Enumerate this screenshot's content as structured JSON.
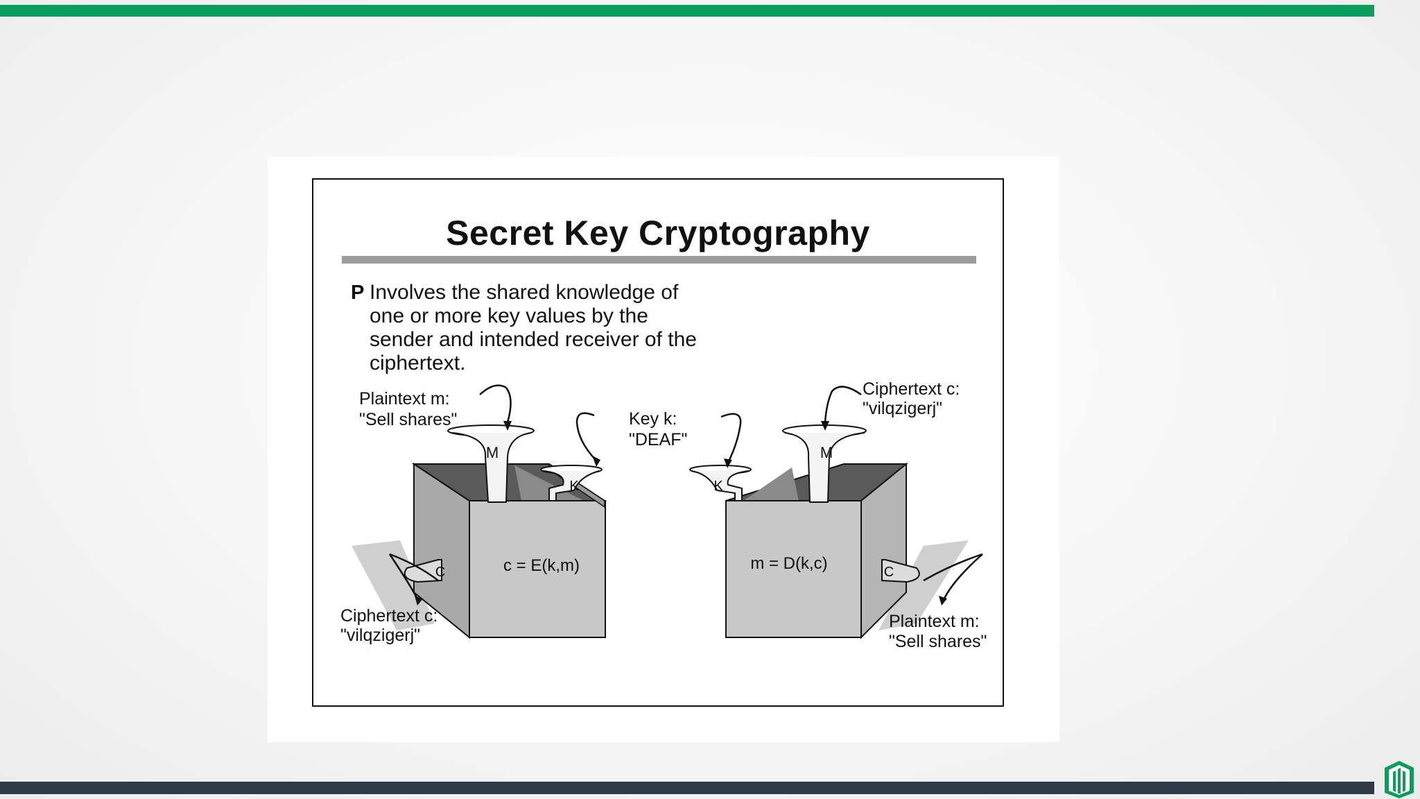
{
  "slide": {
    "title": "Secret Key Cryptography",
    "bullet_marker": "P",
    "bullet_text": "Involves the shared knowledge of one or more key values by the sender and intended receiver of the ciphertext."
  },
  "diagram": {
    "encrypt_formula": "c = E(k,m)",
    "decrypt_formula": "m = D(k,c)",
    "plaintext_label_left": "Plaintext m:",
    "plaintext_value_left": "\"Sell shares\"",
    "key_label": "Key k:",
    "key_value": "\"DEAF\"",
    "ciphertext_label_top_right": "Ciphertext c:",
    "ciphertext_value_top_right": "\"vilqzigerj\"",
    "ciphertext_label_bottom_left": "Ciphertext c:",
    "ciphertext_value_bottom_left": "\"vilqzigerj\"",
    "plaintext_label_bottom_right": "Plaintext m:",
    "plaintext_value_bottom_right": "\"Sell shares\"",
    "funnel_m": "M",
    "funnel_k": "K",
    "output_c": "C"
  },
  "colors": {
    "top_bar": "#0a9e5c",
    "bottom_bar": "#2e3a46"
  },
  "icons": {
    "brand_logo": "green-book-logo-icon"
  }
}
